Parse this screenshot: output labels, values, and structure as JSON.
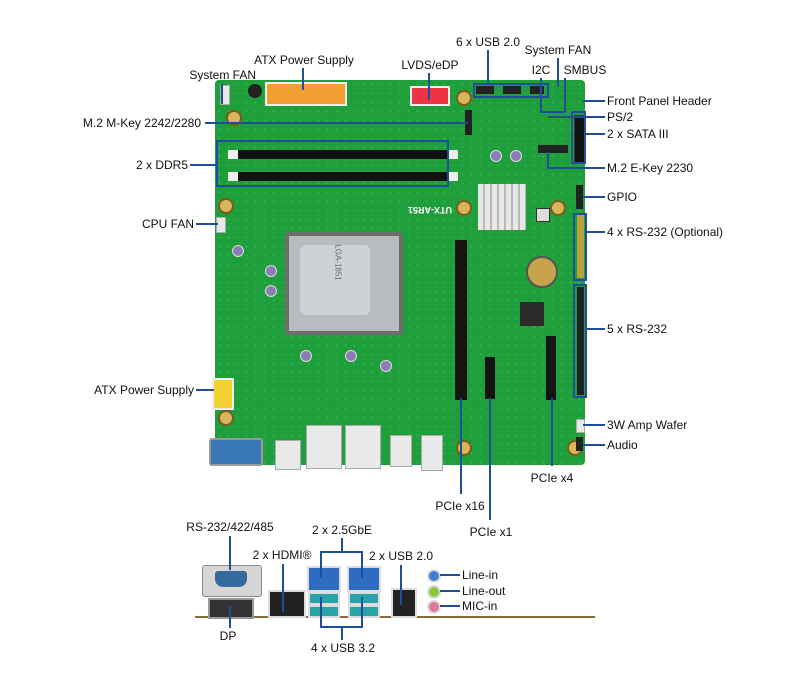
{
  "board": {
    "model_print": "UTX-AR51",
    "socket_print": "LGA-1851"
  },
  "callouts": {
    "system_fan_left": "System FAN",
    "atx_power_top": "ATX Power Supply",
    "lvds_edp": "LVDS/eDP",
    "usb20_6x": "6 x USB 2.0",
    "system_fan_right": "System FAN",
    "i2c": "I2C",
    "smbus": "SMBUS",
    "front_panel": "Front Panel Header",
    "m2_mkey": "M.2 M-Key 2242/2280",
    "ps2": "PS/2",
    "sata": "2 x SATA III",
    "ddr5": "2 x DDR5",
    "m2_ekey": "M.2 E-Key 2230",
    "gpio": "GPIO",
    "cpu_fan": "CPU FAN",
    "rs232_optional": "4 x RS-232 (Optional)",
    "rs232_5x": "5 x RS-232",
    "atx_power_left": "ATX Power Supply",
    "amp_wafer": "3W Amp Wafer",
    "audio": "Audio",
    "pcie_x4": "PCIe x4",
    "pcie_x16": "PCIe x16",
    "pcie_x1": "PCIe x1"
  },
  "io_panel": {
    "rs232_422_485": "RS-232/422/485",
    "gbe": "2 x 2.5GbE",
    "hdmi": "2 x HDMI®",
    "usb20": "2 x USB 2.0",
    "line_in": "Line-in",
    "line_out": "Line-out",
    "mic_in": "MIC-in",
    "dp": "DP",
    "usb32": "4 x USB 3.2"
  },
  "colors": {
    "callout_line": "#1f4e9a",
    "pcb": "#1f9e3c"
  }
}
